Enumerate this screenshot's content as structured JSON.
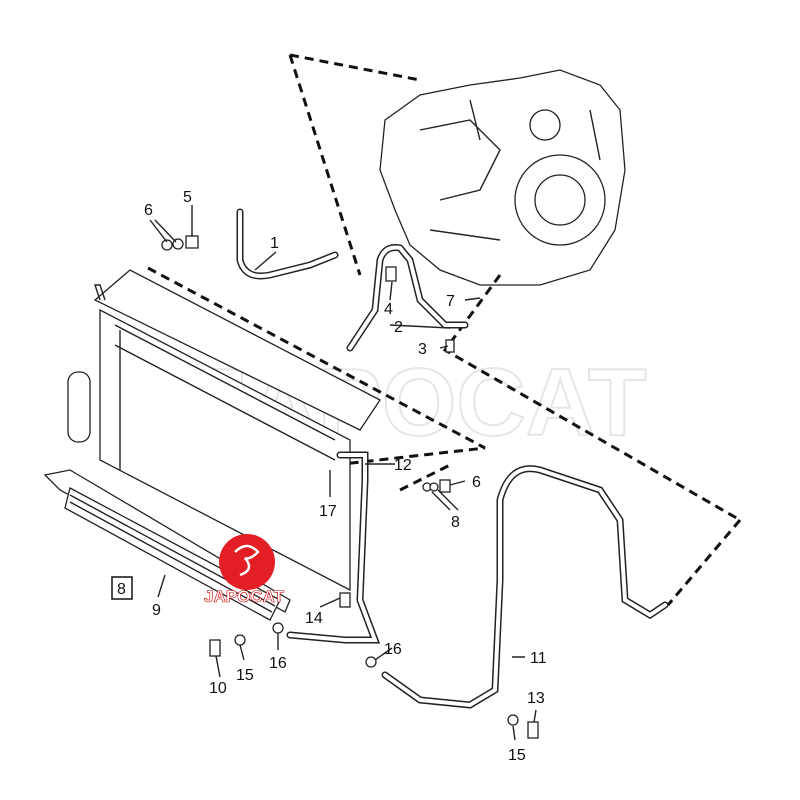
{
  "watermark": "JAPOCAT",
  "logo": {
    "text": "JAPOCAT",
    "color": "#e31e24"
  },
  "callouts": [
    {
      "id": "c1",
      "label": "1"
    },
    {
      "id": "c2",
      "label": "2"
    },
    {
      "id": "c3",
      "label": "3"
    },
    {
      "id": "c4",
      "label": "4"
    },
    {
      "id": "c5",
      "label": "5"
    },
    {
      "id": "c6a",
      "label": "6"
    },
    {
      "id": "c7",
      "label": "7"
    },
    {
      "id": "c12",
      "label": "12"
    },
    {
      "id": "c6b",
      "label": "6"
    },
    {
      "id": "c8a",
      "label": "8"
    },
    {
      "id": "c17",
      "label": "17"
    },
    {
      "id": "c8box",
      "label": "8"
    },
    {
      "id": "c9",
      "label": "9"
    },
    {
      "id": "c14",
      "label": "14"
    },
    {
      "id": "c16a",
      "label": "16"
    },
    {
      "id": "c16b",
      "label": "16"
    },
    {
      "id": "c10",
      "label": "10"
    },
    {
      "id": "c15a",
      "label": "15"
    },
    {
      "id": "c11",
      "label": "11"
    },
    {
      "id": "c13",
      "label": "13"
    },
    {
      "id": "c15b",
      "label": "15"
    }
  ]
}
